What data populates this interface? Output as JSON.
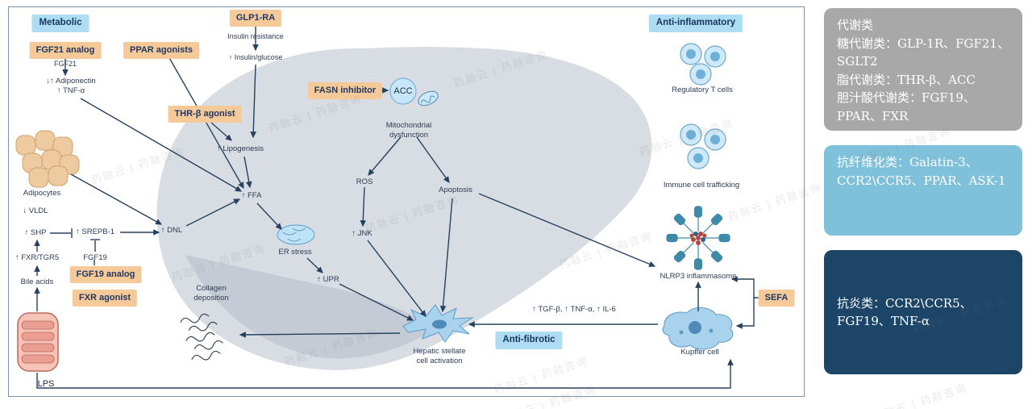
{
  "watermark": {
    "text": "药融云 | 药融咨询"
  },
  "colors": {
    "arrow": "#26415e",
    "drug_box": "#f6c998",
    "category_box": "#aedcf2",
    "panel_gray": "#a8a8a8",
    "panel_blue": "#7fc0da",
    "panel_navy": "#1c4568",
    "liver": "#d8dce3",
    "cell_blue": "#a9d3ec"
  },
  "icons": {
    "liver": "liver-silhouette",
    "adipocytes": "fat-cell-cluster",
    "intestine": "intestine-coil",
    "acc": "acc-enzyme-circle",
    "mitochondria": "mitochondria",
    "er_stress": "endoplasmic-reticulum",
    "stellate": "hepatic-stellate-cell",
    "kupffer": "kupffer-cell",
    "nlrp3": "inflammasome-complex",
    "t_cells": "t-cell-cluster",
    "trafficking": "immune-cell-cluster",
    "collagen": "collagen-fibers"
  },
  "pathway": {
    "categories": {
      "metabolic": "Metabolic",
      "anti_inflammatory": "Anti-inflammatory",
      "anti_fibrotic": "Anti-fibrotic"
    },
    "drugs": {
      "fgf21_analog": "FGF21 analog",
      "ppar_agonists": "PPAR agonists",
      "glp1_ra": "GLP1-RA",
      "thr_beta": "THR-β agonist",
      "fasn": "FASN inhibitor",
      "fgf19_analog": "FGF19 analog",
      "fxr_agonist": "FXR agonist",
      "sefa": "SEFA"
    },
    "nodes": {
      "insulin_resistance": "Insulin resistance",
      "insulin_glucose": "↑ Insulin/glucose",
      "fgf21": "FGF21",
      "adiponectin": "↓↑ Adiponectin",
      "tnf": "↑ TNF-α",
      "lipogenesis": "↑ Lipogenesis",
      "acc": "ACC",
      "mito1": "Mitochondrial",
      "mito2": "dysfunction",
      "adipocytes": "Adipocytes",
      "vldl": "↓ VLDL",
      "shp": "↑ SHP",
      "srepb": "↑ SREPB-1",
      "fxr_tgr5": "↑ FXR/TGR5",
      "fgf19": "FGF19",
      "bile_acids": "Bile acids",
      "lps": "LPS",
      "dnl": "↑ DNL",
      "ffa": "↑ FFA",
      "ros": "ROS",
      "jnk": "↑ JNK",
      "er_stress": "ER stress",
      "upr": "↑ UPR",
      "apoptosis": "Apoptosis",
      "collagen1": "Collagen",
      "collagen2": "deposition",
      "hsc1": "Hepatic stellate",
      "hsc2": "cell activation",
      "cytokines": "↑ TGF-β, ↑ TNF-α, ↑ IL-6",
      "kupffer": "Kupffer cell",
      "nlrp3": "NLRP3 inflammasome",
      "treg": "Regulatory T cells",
      "trafficking": "Immune cell trafficking"
    }
  },
  "legend": {
    "metabolic": {
      "title": "代谢类",
      "line1": "糖代谢类：GLP-1R、FGF21、SGLT2",
      "line2": "脂代谢类：THR-β、ACC",
      "line3": "胆汁酸代谢类：FGF19、PPAR、FXR"
    },
    "fibrosis": {
      "text": "抗纤维化类：Galatin-3、CCR2\\CCR5、PPAR、ASK-1"
    },
    "inflammation": {
      "text": "抗炎类：CCR2\\CCR5、FGF19、TNF-α"
    }
  }
}
